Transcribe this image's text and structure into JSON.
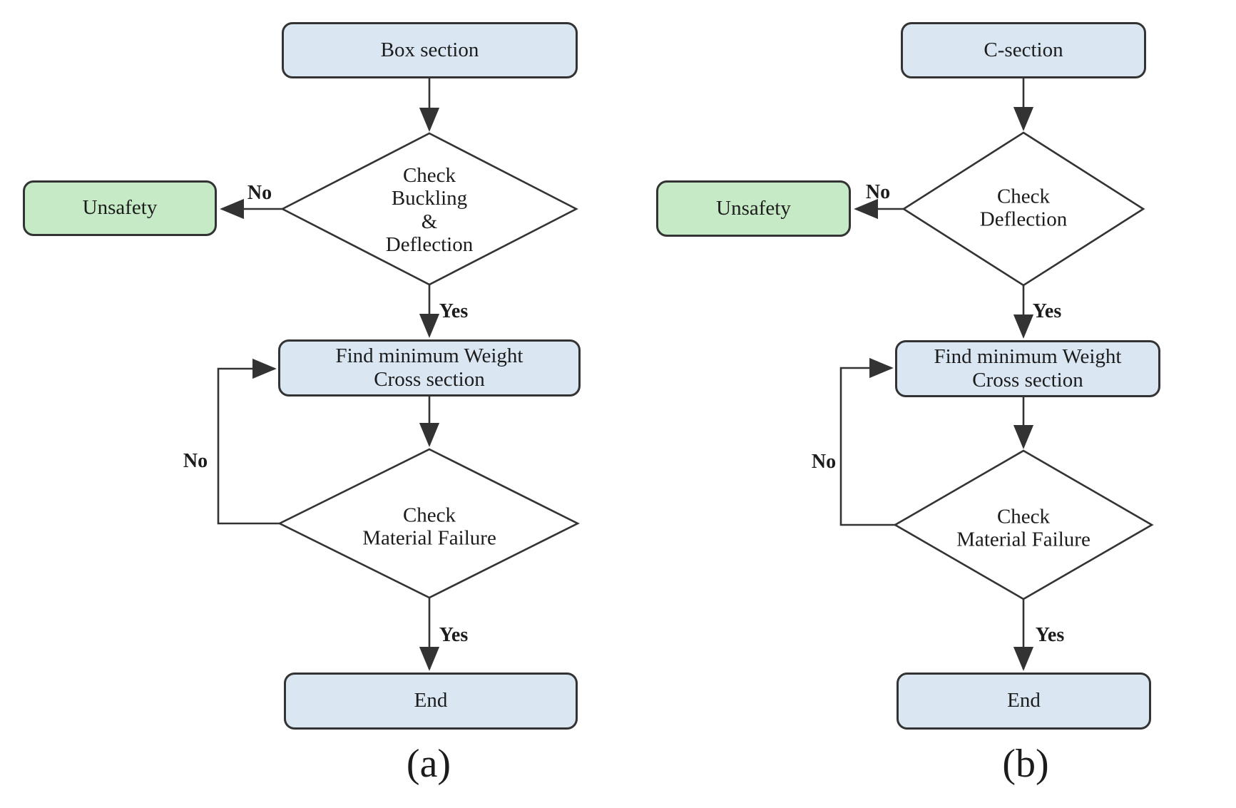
{
  "colors": {
    "process_fill": "#dae7f3",
    "unsafe_fill": "#c6e9c6",
    "outline": "#333333",
    "text": "#1c1c1c",
    "background": "#ffffff"
  },
  "charts": [
    {
      "caption": "(a)",
      "nodes": {
        "start": "Box section",
        "decision1": "Check\nBuckling\n&\nDeflection",
        "unsafe": "Unsafety",
        "process": "Find minimum Weight\nCross section",
        "decision2": "Check\nMaterial Failure",
        "end": "End"
      },
      "edge_labels": {
        "decision1_no": "No",
        "decision1_yes": "Yes",
        "decision2_no": "No",
        "decision2_yes": "Yes"
      }
    },
    {
      "caption": "(b)",
      "nodes": {
        "start": "C-section",
        "decision1": "Check\nDeflection",
        "unsafe": "Unsafety",
        "process": "Find minimum Weight\nCross section",
        "decision2": "Check\nMaterial Failure",
        "end": "End"
      },
      "edge_labels": {
        "decision1_no": "No",
        "decision1_yes": "Yes",
        "decision2_no": "No",
        "decision2_yes": "Yes"
      }
    }
  ]
}
